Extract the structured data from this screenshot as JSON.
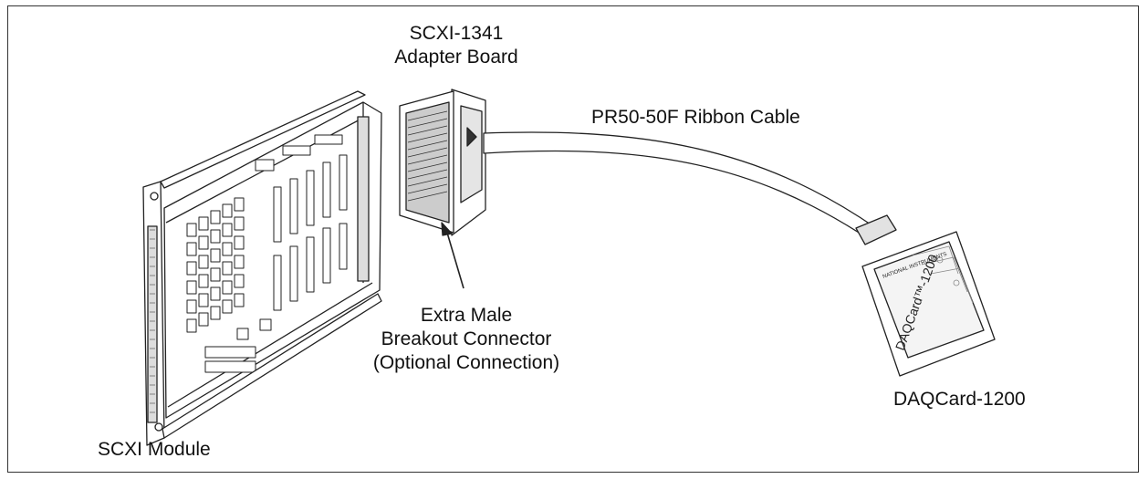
{
  "labels": {
    "adapter_line1": "SCXI-1341",
    "adapter_line2": "Adapter Board",
    "cable": "PR50-50F Ribbon Cable",
    "connector_line1": "Extra Male",
    "connector_line2": "Breakout Connector",
    "connector_line3": "(Optional Connection)",
    "daqcard": "DAQCard-1200",
    "module": "SCXI Module",
    "card_print": "DAQCard™-1200",
    "card_logo": "NATIONAL INSTRUMENTS"
  },
  "colors": {
    "ink": "#222222",
    "paper": "#ffffff",
    "shade": "#d8d8d8"
  }
}
